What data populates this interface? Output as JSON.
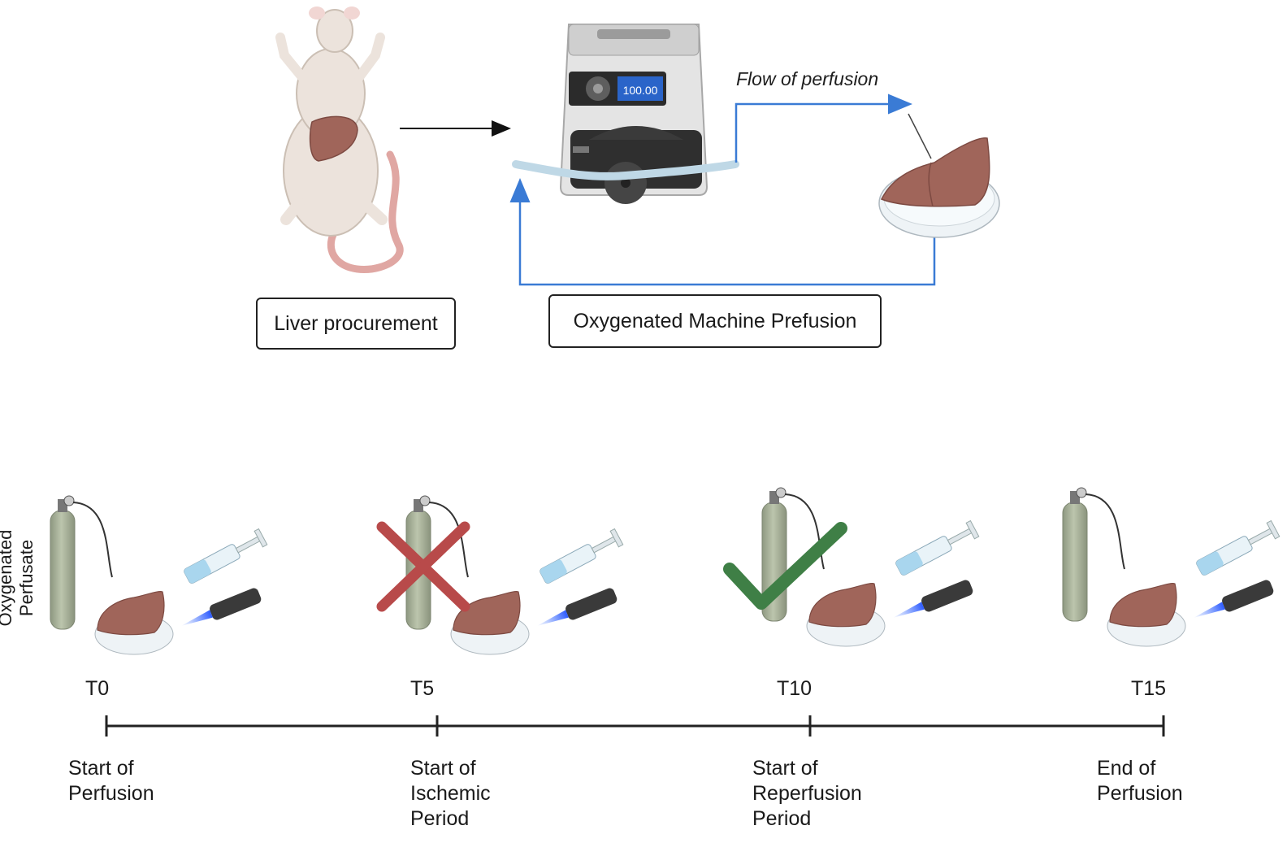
{
  "diagram": {
    "top": {
      "procurement_label": "Liver procurement",
      "perfusion_label": "Oxygenated Machine Prefusion",
      "flow_label": "Flow of perfusion",
      "pump_display": "100.00"
    },
    "side_label": "Oxygenated Perfusate",
    "timeline": [
      {
        "id": "T0",
        "desc": [
          "Start of",
          "Perfusion"
        ]
      },
      {
        "id": "T5",
        "desc": [
          "Start of",
          "Ischemic",
          "Period"
        ]
      },
      {
        "id": "T10",
        "desc": [
          "Start of",
          "Reperfusion",
          "Period"
        ]
      },
      {
        "id": "T15",
        "desc": [
          "End of",
          "Perfusion"
        ]
      }
    ],
    "colors": {
      "flow_arrow": "#3a7bd5",
      "liver": "#a0655a",
      "cylinder": "#a9b39a",
      "cross": "#b84a4a",
      "check": "#3f7f46",
      "dish": "#eef3f6"
    }
  }
}
